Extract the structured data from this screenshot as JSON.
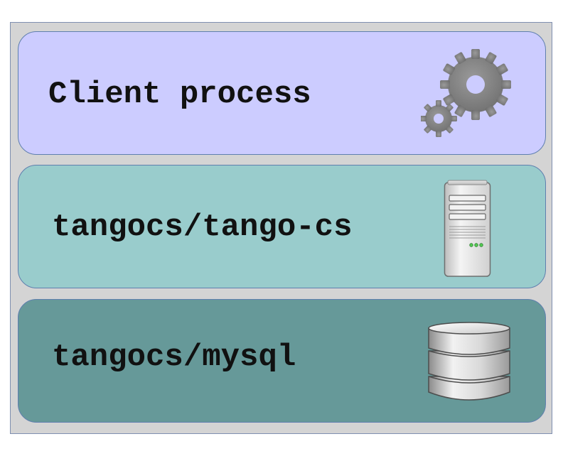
{
  "layers": [
    {
      "label": "Client process",
      "icon": "gears-icon",
      "color": "#ccccff"
    },
    {
      "label": "tangocs/tango-cs",
      "icon": "server-icon",
      "color": "#99cccc"
    },
    {
      "label": "tangocs/mysql",
      "icon": "database-icon",
      "color": "#669999"
    }
  ]
}
